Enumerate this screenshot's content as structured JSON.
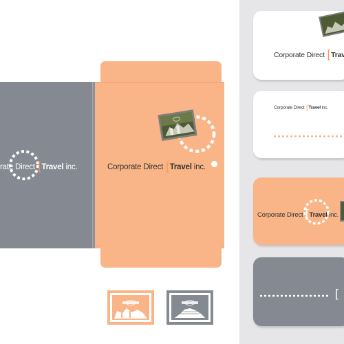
{
  "brand": {
    "name_part1": "Corporate Direct",
    "bracket": "[",
    "name_part2": "Travel",
    "suffix": "inc.",
    "name_cropped": "rate Direct"
  },
  "colors": {
    "orange": "#f9b587",
    "gray": "#858991",
    "accent": "#f39a5d",
    "panel": "#e6e6e8"
  }
}
